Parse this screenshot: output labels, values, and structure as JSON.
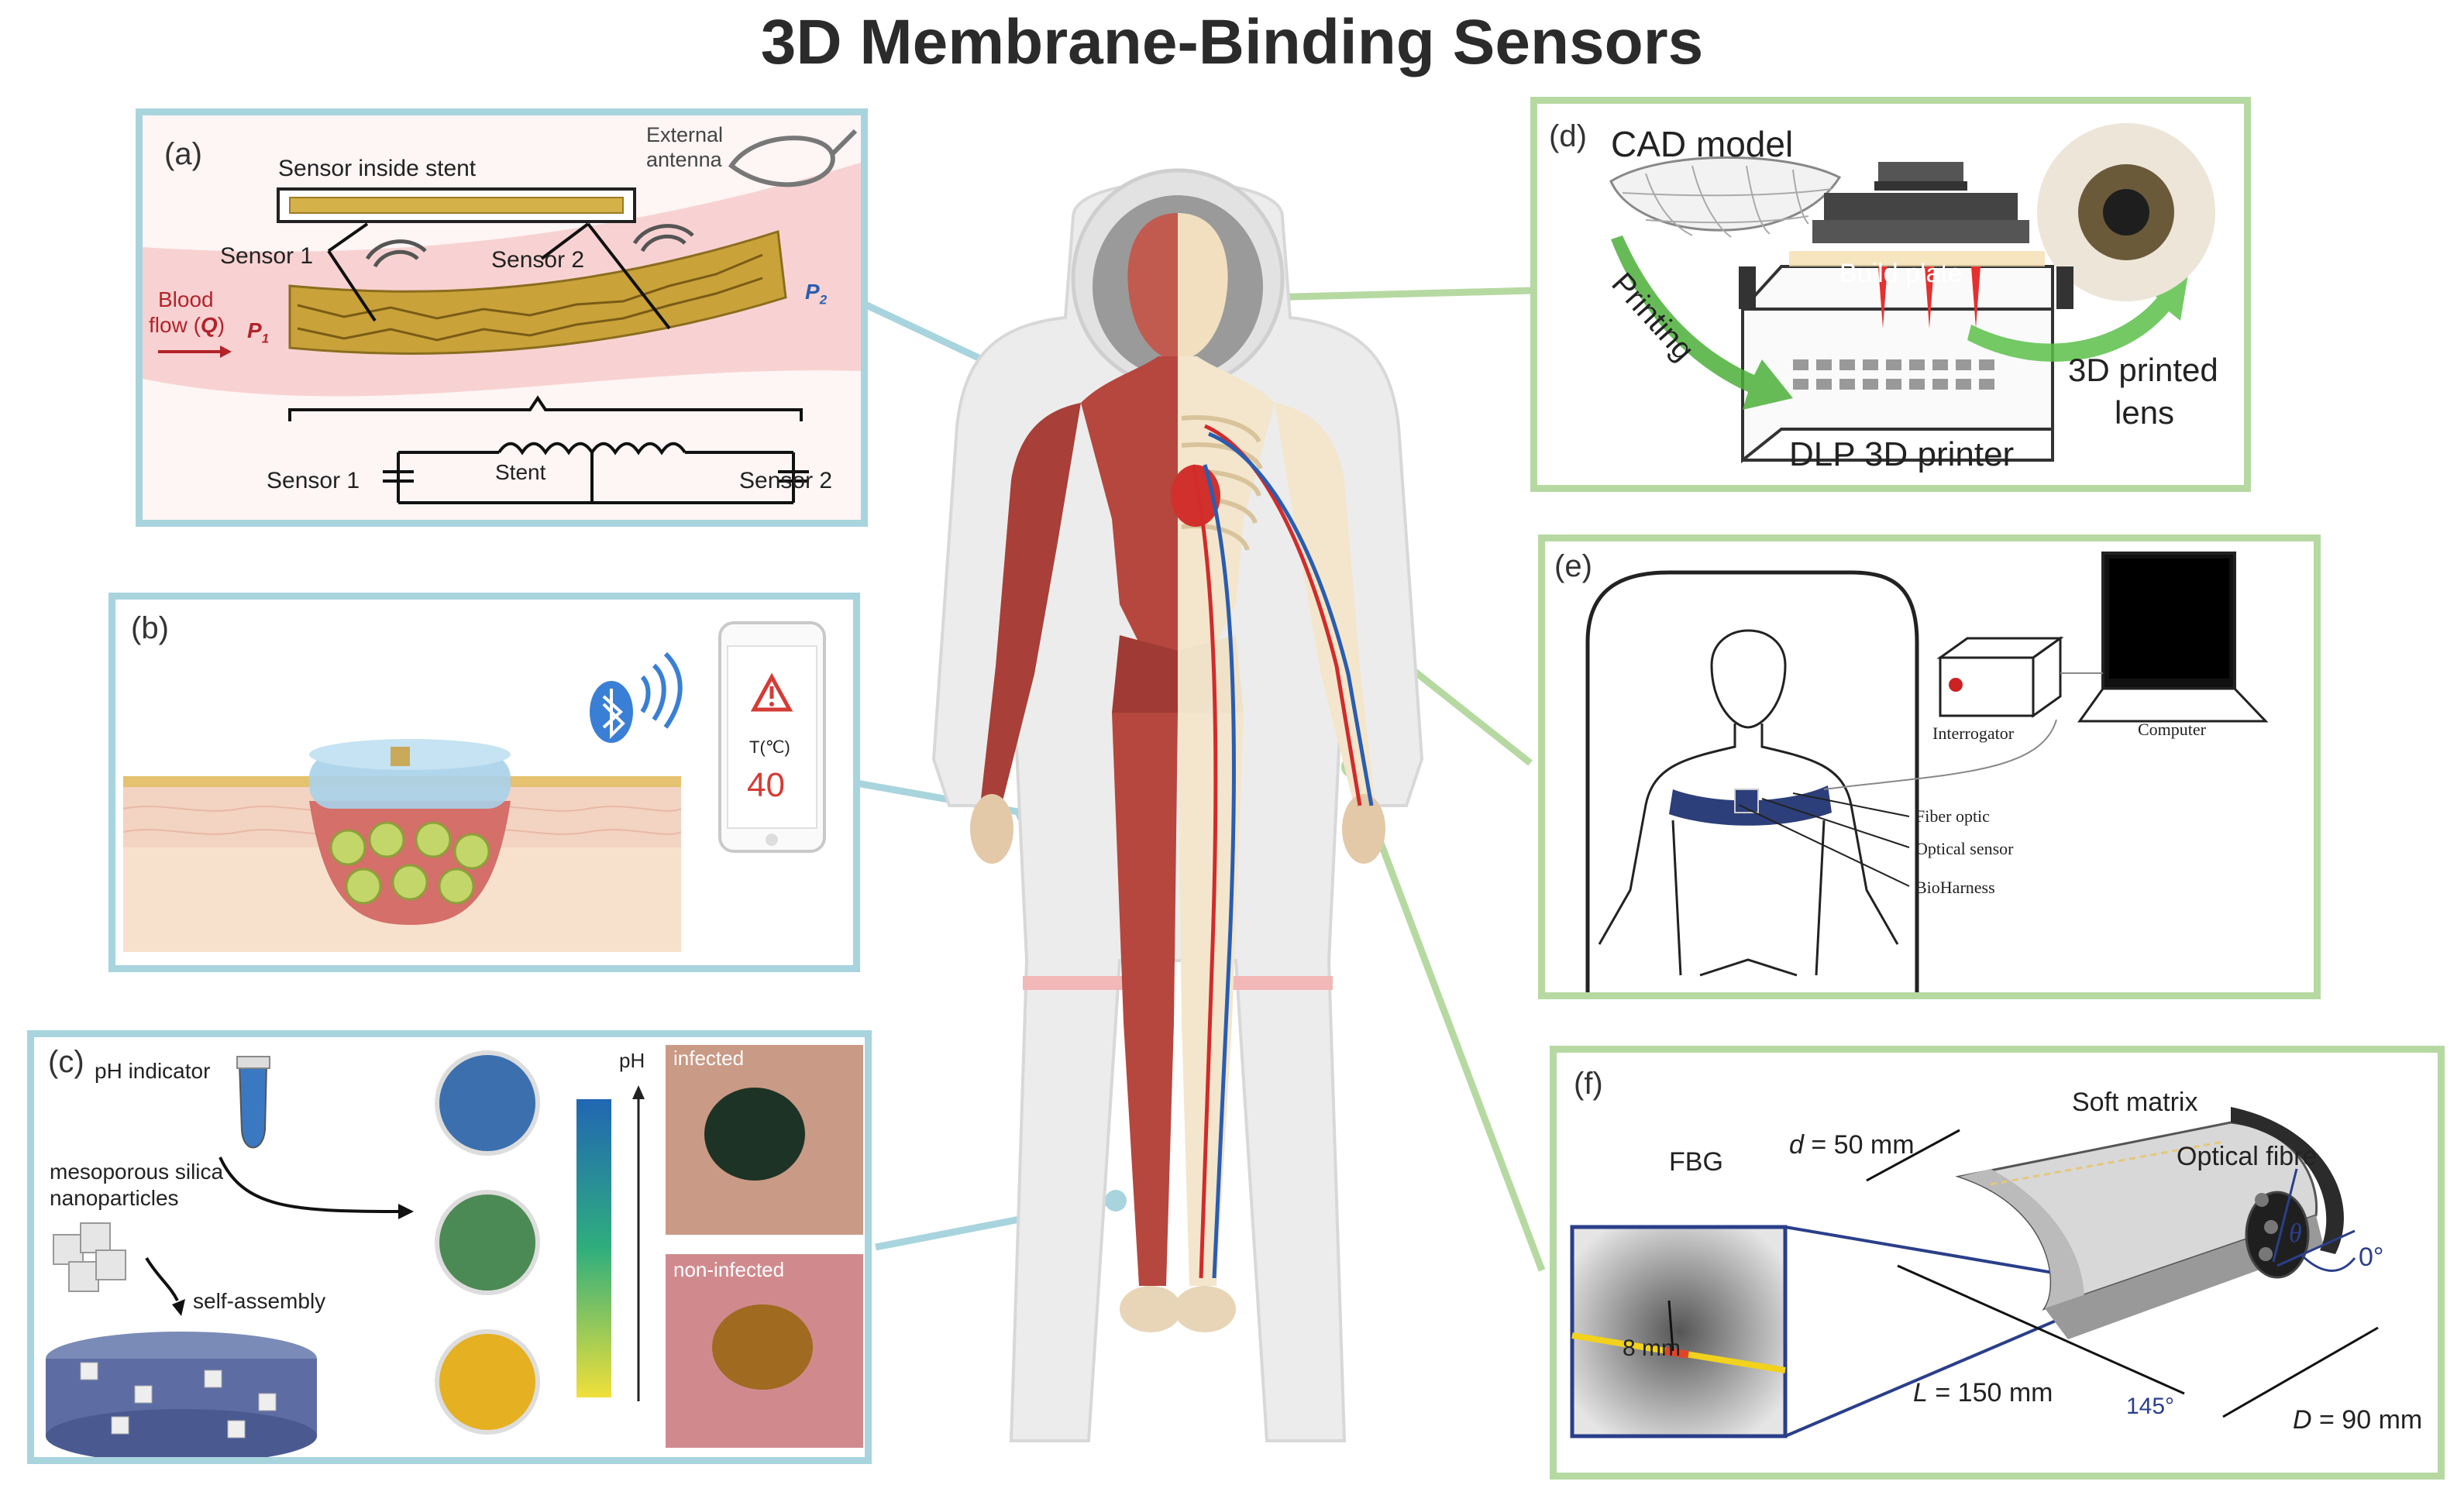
{
  "title": "3D Membrane-Binding Sensors",
  "colors": {
    "blue_frame": "#a8d4de",
    "green_frame": "#b6d9a2",
    "muscle": "#b5473f",
    "artery": "#d22b2b",
    "vein": "#2a5db0",
    "bone": "#f2e2c2"
  },
  "panel_a": {
    "label": "(a)",
    "sensor_inside_stent": "Sensor inside stent",
    "external": "External",
    "antenna": "antenna",
    "sensor1": "Sensor 1",
    "sensor2": "Sensor 2",
    "blood": "Blood",
    "flow_pre": "flow (",
    "flow_q": "Q",
    "flow_post": ")",
    "p1": "P",
    "p1_sub": "1",
    "p2": "P",
    "p2_sub": "2",
    "circuit_sensor1": "Sensor 1",
    "circuit_stent": "Stent",
    "circuit_sensor2": "Sensor 2"
  },
  "panel_b": {
    "label": "(b)",
    "phone_unit": "T(℃)",
    "phone_value": "40",
    "icons": [
      "bluetooth-icon",
      "wifi-signal-icon",
      "warning-triangle-icon"
    ]
  },
  "panel_c": {
    "label": "(c)",
    "ph_indicator": "pH indicator",
    "meso1": "mesoporous silica",
    "meso2": "nanoparticles",
    "self_assembly": "self-assembly",
    "ph": "pH",
    "infected": "infected",
    "non_infected": "non-infected"
  },
  "panel_d": {
    "label": "(d)",
    "cad_model": "CAD model",
    "build_plate": "Build plate",
    "printing": "Printing",
    "printed1": "3D printed",
    "printed2": "lens",
    "dlp": "DLP 3D printer"
  },
  "panel_e": {
    "label": "(e)",
    "interrogator": "Interrogator",
    "computer": "Computer",
    "fiber_optic": "Fiber optic",
    "optical_sensor": "Optical sensor",
    "bioharness": "BioHarness"
  },
  "panel_f": {
    "label": "(f)",
    "soft_matrix": "Soft matrix",
    "optical_fibre": "Optical fibre",
    "d_label": "d",
    "d_value": " = 50 mm",
    "fbg": "FBG",
    "eight_mm": "8 mm",
    "l_label": "L",
    "l_value": " = 150 mm",
    "angle_145": "145°",
    "angle_0": "0°",
    "theta": "θ",
    "big_d_label": "D",
    "big_d_value": " = 90 mm"
  }
}
